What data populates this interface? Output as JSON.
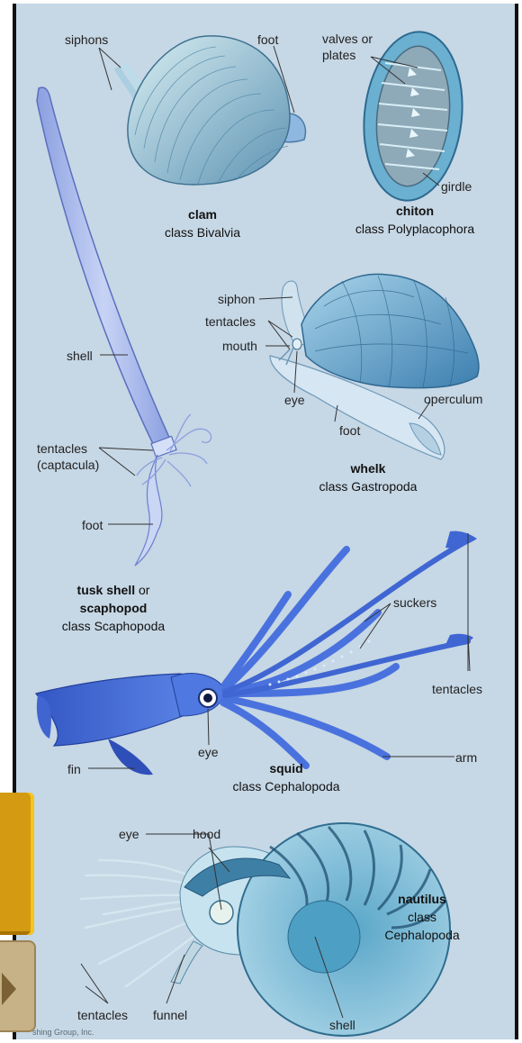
{
  "labels": {
    "siphons": "siphons",
    "foot_clam": "foot",
    "valves": "valves or\nplates",
    "girdle": "girdle",
    "siphon_whelk": "siphon",
    "tentacles_whelk": "tentacles",
    "mouth": "mouth",
    "eye_whelk": "eye",
    "foot_whelk": "foot",
    "operculum": "operculum",
    "shell_tusk": "shell",
    "tentacles_tusk": "tentacles\n(captacula)",
    "foot_tusk": "foot",
    "suckers": "suckers",
    "tentacles_squid": "tentacles",
    "arm": "arm",
    "fin": "fin",
    "eye_squid": "eye",
    "eye_nautilus": "eye",
    "hood": "hood",
    "tentacles_nautilus": "tentacles",
    "funnel": "funnel",
    "shell_nautilus": "shell"
  },
  "titles": {
    "clam_name": "clam",
    "clam_class": "class Bivalvia",
    "chiton_name": "chiton",
    "chiton_class": "class Polyplacophora",
    "whelk_name": "whelk",
    "whelk_class": "class Gastropoda",
    "tusk_name": "tusk shell",
    "tusk_or": " or",
    "tusk_name2": "scaphopod",
    "tusk_class": "class Scaphopoda",
    "squid_name": "squid",
    "squid_class": "class Cephalopoda",
    "nautilus_name": "nautilus",
    "nautilus_class1": "class",
    "nautilus_class2": "Cephalopoda"
  },
  "copyright": "shing Group, Inc.",
  "icons": [
    "clam-illustration",
    "chiton-illustration",
    "tusk-shell-illustration",
    "whelk-illustration",
    "squid-illustration",
    "nautilus-illustration",
    "next-arrow-icon"
  ],
  "colors": {
    "background": "#c6d7e5",
    "squid": "#3f66d2",
    "shell": "#8fc0d8",
    "nav_gold": "#d39a12"
  }
}
